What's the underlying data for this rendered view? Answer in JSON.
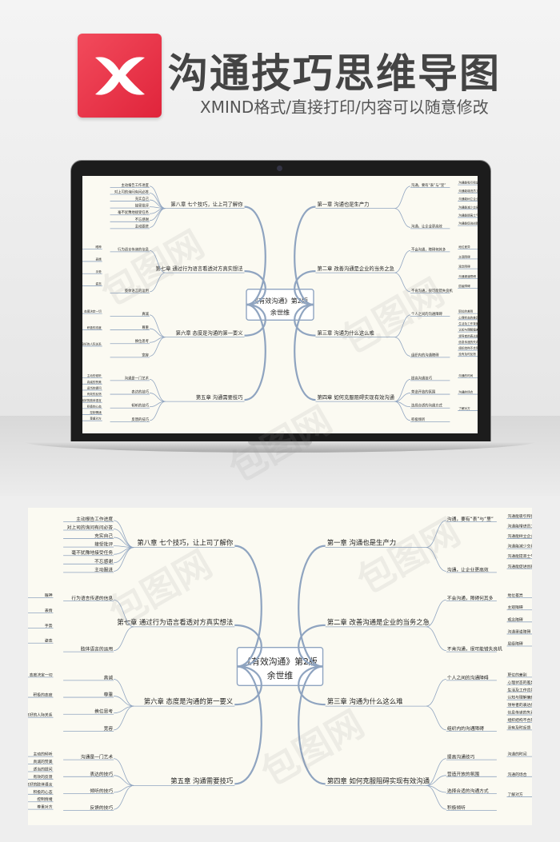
{
  "header": {
    "title": "沟通技巧思维导图",
    "subtitle": "XMIND格式/直接打印/内容可以随意修改",
    "logo_icon": "xmind-x-icon",
    "accent": "#e8304a"
  },
  "mindmap": {
    "center": [
      "《有效沟通》第2版",
      "余世维"
    ],
    "branches": [
      {
        "label": "第一章 沟通也是生产力",
        "leaves": [
          "沟通，要有“表”与“里”",
          "沟通，让企业更高效"
        ],
        "subleaves": [
          "沟通能吸引和留住优秀的人才",
          "沟通能增进员工对企业的认同",
          "沟通能树立企业良好形象",
          "沟通能减少交易成本",
          "沟通能提高士气",
          "沟通能促进创新"
        ]
      },
      {
        "label": "第二章 改善沟通是企业的当务之急",
        "leaves": [
          "不会沟通，障碍何其多",
          "不肯沟通，很可能错失良机"
        ],
        "subleaves": [
          "地位差异",
          "主观障碍",
          "观念障碍",
          "沟通渠道障碍",
          "层级障碍"
        ]
      },
      {
        "label": "第三章 沟通为什么这么难",
        "leaves": [
          "个人之间的沟通障碍",
          "组织内的沟通障碍"
        ],
        "subleaves": [
          "职位的差别",
          "心理状态的差异",
          "生活及工作背景",
          "认知与理解偏差",
          "领导者的表达能力",
          "信息传递的失真",
          "组织结构不合理",
          "没有及时反馈"
        ]
      },
      {
        "label": "第四章 如何克服阻碍实现有效沟通",
        "leaves": [
          "提高沟通技巧",
          "营造开放的氛围",
          "选择合适的沟通方式",
          "积极倾听"
        ],
        "subleaves": [
          "沟通的时间",
          "沟通的场合",
          "了解对方"
        ]
      },
      {
        "label": "第五章 沟通需要技巧",
        "leaves": [
          "沟通是一门艺术",
          "表达的技巧",
          "倾听的技巧",
          "反馈的技巧"
        ],
        "subleaves": [
          "主动的倾听",
          "真诚的赞美",
          "适当的提问",
          "有效的反馈",
          "良好的肢体语言",
          "积极的心态",
          "控制情绪",
          "尊重对方"
        ]
      },
      {
        "label": "第六章 态度是沟通的第一要义",
        "leaves": [
          "真诚",
          "尊重",
          "换位思考",
          "宽容"
        ],
        "subleaves": [
          "态度决定一切",
          "积极的态度",
          "良好的人际关系"
        ]
      },
      {
        "label": "第七章 通过行为语言看透对方真实想法",
        "leaves": [
          "行为语言传递的信息",
          "肢体语言的运用"
        ],
        "subleaves": [
          "眼神",
          "表情",
          "手势",
          "姿态"
        ]
      },
      {
        "label": "第八章 七个技巧，让上司了解你",
        "leaves": [
          "主动报告工作进度",
          "对上司的询问有问必答",
          "充实自己",
          "接受批评",
          "毫不犹豫地接受任务",
          "不忘感谢",
          "主动跟进"
        ]
      }
    ]
  },
  "watermark": "包图网"
}
